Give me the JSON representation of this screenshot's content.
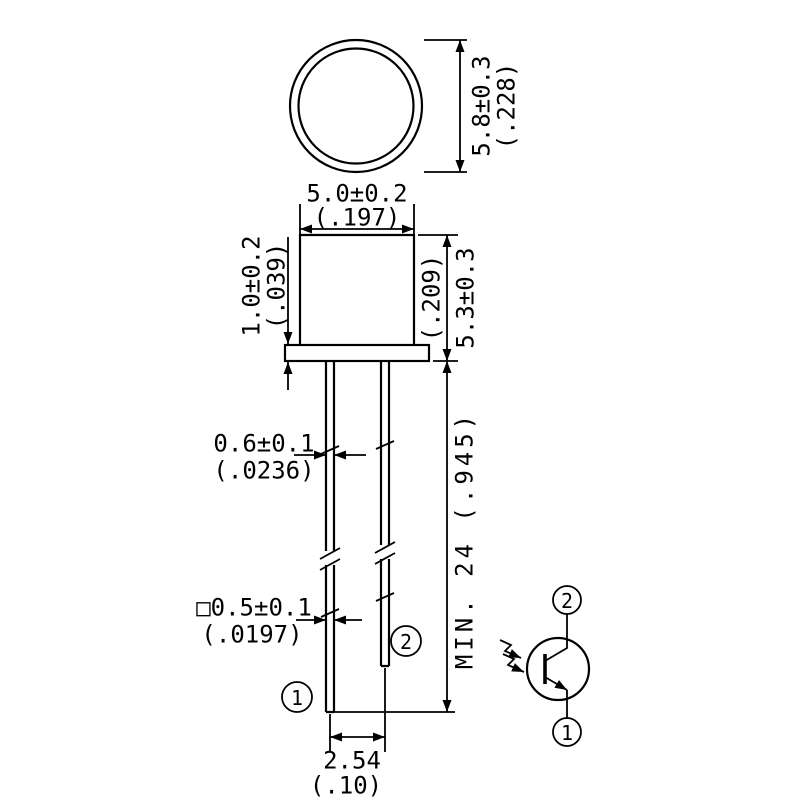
{
  "page": {
    "background": "#ffffff",
    "line_color": "#000000"
  },
  "top_view": {
    "diameter_mm": "5.8±0.3",
    "diameter_in": "(.228)"
  },
  "side_view": {
    "body_width_mm": "5.0±0.2",
    "body_width_in": "(.197)",
    "flange_thickness_mm": "1.0±0.2",
    "flange_thickness_in": "(.039)",
    "body_height_in": "(.209)",
    "body_height_mm": "5.3±0.3"
  },
  "leads": {
    "lead_width_upper_mm": "0.6±0.1",
    "lead_width_upper_in": "(.0236)",
    "lead_width_lower_mm": "□0.5±0.1",
    "lead_width_lower_in": "(.0197)",
    "min_length": "MIN. 24 (.945)",
    "pitch_mm": "2.54",
    "pitch_in": "(.10)",
    "pin1_label": "1",
    "pin2_label": "2"
  },
  "schematic": {
    "pin2_label": "2",
    "pin1_label": "1"
  }
}
